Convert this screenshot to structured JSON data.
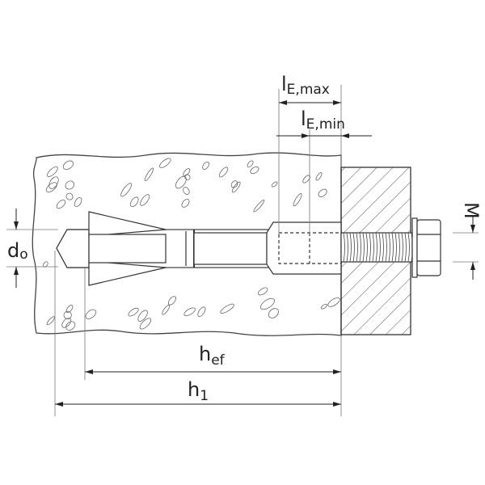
{
  "diagram": {
    "title": "Anchor installation dimensions",
    "labels": {
      "le_max": {
        "main": "l",
        "sub": "E,max"
      },
      "le_min": {
        "main": "l",
        "sub": "E,min"
      },
      "m": {
        "main": "M"
      },
      "d0": {
        "main": "d",
        "sub": "o"
      },
      "hef": {
        "main": "h",
        "sub": "ef"
      },
      "h1": {
        "main": "h",
        "sub": "1"
      }
    },
    "colors": {
      "line": "#333333",
      "thin": "#777777",
      "background": "#ffffff"
    }
  }
}
